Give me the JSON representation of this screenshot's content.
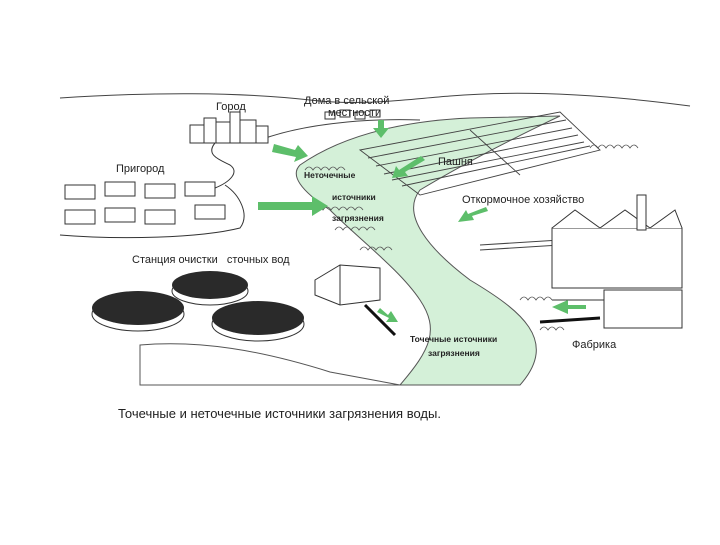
{
  "labels": {
    "city": "Город",
    "rural_homes_line1": "Дома в сельской",
    "rural_homes_line2": "местности",
    "suburb": "Пригород",
    "field": "Пашня",
    "nonpoint_line1": "Неточечные",
    "nonpoint_line2": "источники",
    "nonpoint_line3": "загрязнения",
    "feedlot": "Откормочное хозяйство",
    "treatment_plant": "Станция очистки   сточных вод",
    "point_line1": "Точечные источники",
    "point_line2": "загрязнения",
    "factory": "Фабрика"
  },
  "caption": "Точечные и неточечные источники загрязнения воды.",
  "colors": {
    "river": "#d4f0d8",
    "arrow": "#5dbe6a",
    "line": "#333333",
    "tank": "#2a2a2a"
  }
}
